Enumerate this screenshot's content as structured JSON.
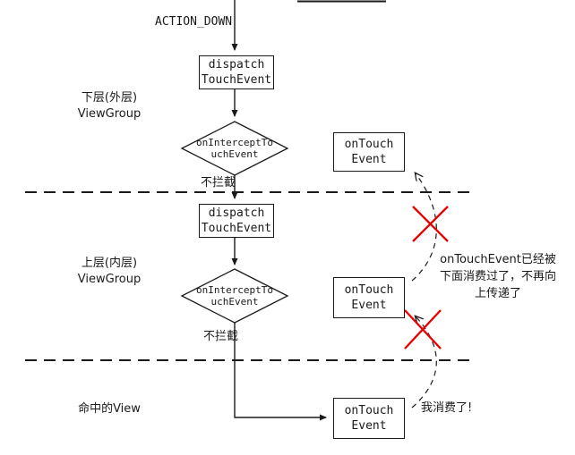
{
  "colors": {
    "line": "#1a1a1a",
    "cross": "#e60000",
    "box_bg": "#ffffff"
  },
  "top": {
    "action_label": "ACTION_DOWN"
  },
  "outer": {
    "label": "下层(外层)\nViewGroup",
    "dispatch": "dispatch\nTouchEvent",
    "intercept": "onInterceptTo\nuchEvent",
    "no_intercept": "不拦截",
    "ontouch": "onTouch\nEvent"
  },
  "inner": {
    "label": "上层(内层)\nViewGroup",
    "dispatch": "dispatch\nTouchEvent",
    "intercept": "onInterceptTo\nuchEvent",
    "no_intercept": "不拦截",
    "ontouch": "onTouch\nEvent"
  },
  "view": {
    "label": "命中的View",
    "ontouch": "onTouch\nEvent",
    "consumed_note": "我消费了!"
  },
  "note": "onTouchEvent已经被\n下面消费过了，不再向\n上传递了"
}
